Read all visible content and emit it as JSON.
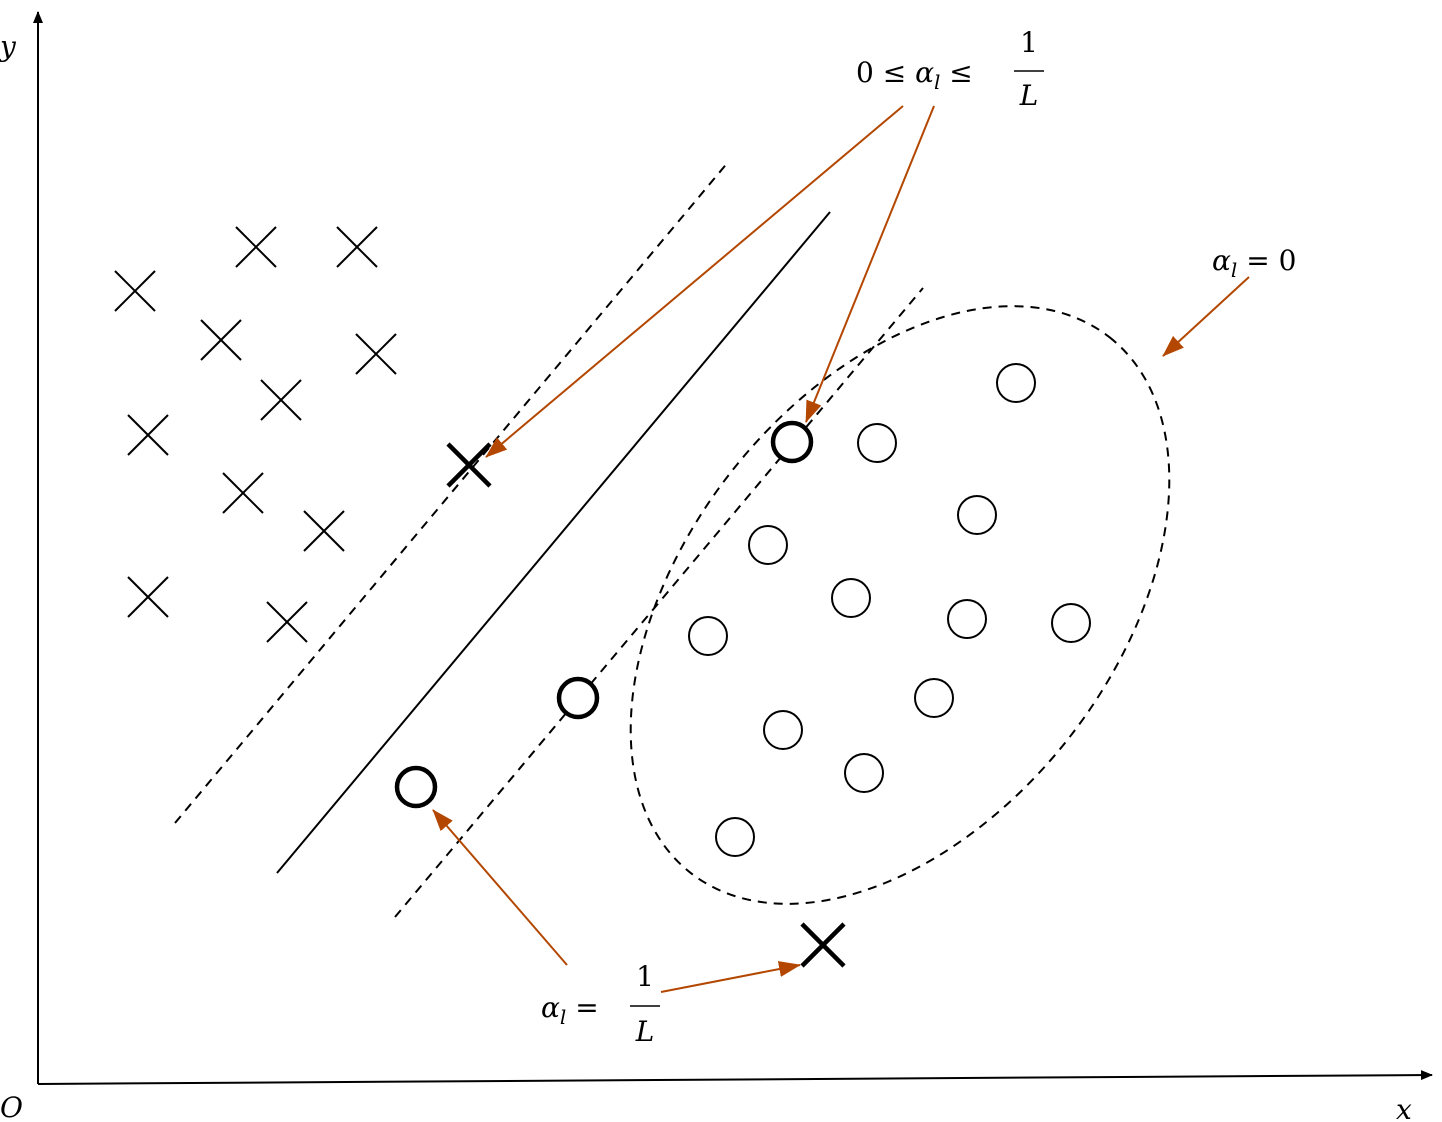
{
  "axes": {
    "x_label": "x",
    "y_label": "y",
    "origin_label": "O"
  },
  "annotations": {
    "top": {
      "lhs": "0 ≤ ",
      "alpha": "α",
      "sub": "l",
      "rel": " ≤ ",
      "num": "1",
      "den": "L"
    },
    "zero": {
      "alpha": "α",
      "sub": "l",
      "rest": " = 0"
    },
    "bottom": {
      "alpha": "α",
      "sub": "l",
      "eq": " = ",
      "num": "1",
      "den": "L"
    }
  },
  "colors": {
    "ink": "#000000",
    "arrow": "#b34700"
  },
  "icons": [
    "cross-marker",
    "circle-marker"
  ]
}
